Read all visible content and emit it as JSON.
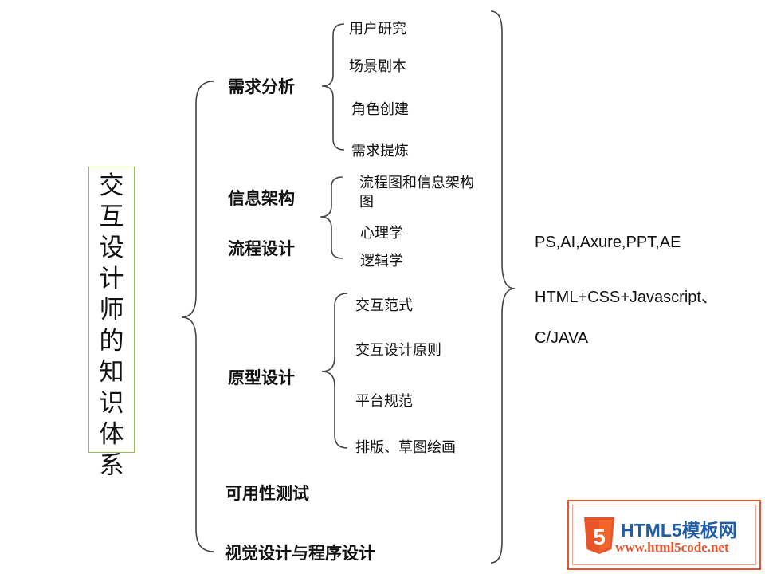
{
  "root": {
    "title": "交互设计师的知识体系"
  },
  "categories": [
    {
      "label": "需求分析"
    },
    {
      "label": "信息架构"
    },
    {
      "label": "流程设计"
    },
    {
      "label": "原型设计"
    },
    {
      "label": "可用性测试"
    },
    {
      "label": "视觉设计与程序设计"
    }
  ],
  "needs_items": [
    "用户研究",
    "场景剧本",
    "角色创建",
    "需求提炼"
  ],
  "ia_items": [
    "流程图和信息架构图",
    "心理学",
    "逻辑学"
  ],
  "prototype_items": [
    "交互范式",
    "交互设计原则",
    "平台规范",
    "排版、草图绘画"
  ],
  "tools": [
    "PS,AI,Axure,PPT,AE",
    "HTML+CSS+Javascript、",
    "C/JAVA"
  ],
  "logo": {
    "title": "HTML5模板网",
    "url": "www.html5code.net",
    "badge": "5"
  },
  "colors": {
    "root_border": "#9bbb59",
    "brace": "#444444",
    "logo_orange": "#e8542a",
    "logo_blue": "#1f5da8"
  }
}
